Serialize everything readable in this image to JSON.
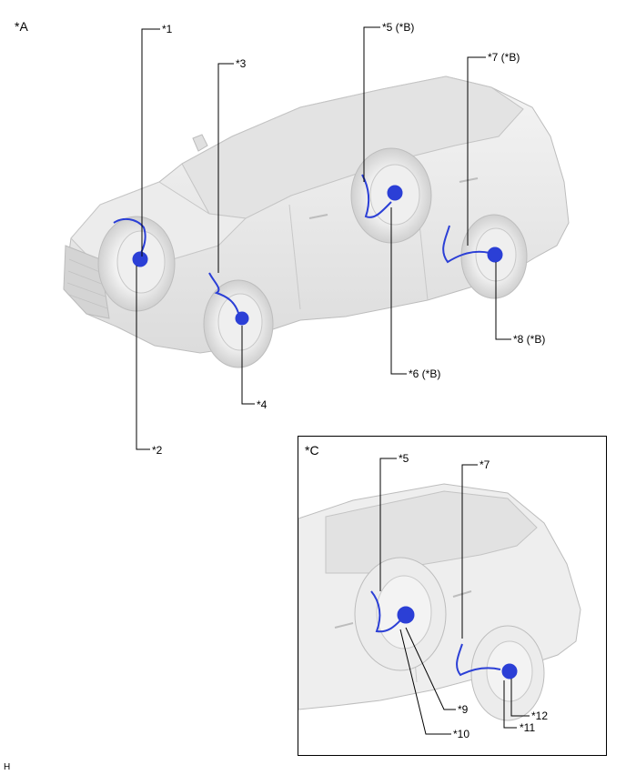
{
  "view_a": {
    "label": "*A",
    "callouts": {
      "c1": "*1",
      "c2": "*2",
      "c3": "*3",
      "c4": "*4",
      "c5": "*5 (*B)",
      "c6": "*6 (*B)",
      "c7": "*7 (*B)",
      "c8": "*8 (*B)"
    }
  },
  "view_c": {
    "label": "*C",
    "callouts": {
      "c5": "*5",
      "c7": "*7",
      "c9": "*9",
      "c10": "*10",
      "c11": "*11",
      "c12": "*12"
    }
  },
  "footer_code": "H",
  "colors": {
    "car_body": "#eeeeee",
    "car_shade": "#d9d9d9",
    "car_outline": "#bdbdbd",
    "harness": "#2b3fd6",
    "leader": "#000000"
  }
}
